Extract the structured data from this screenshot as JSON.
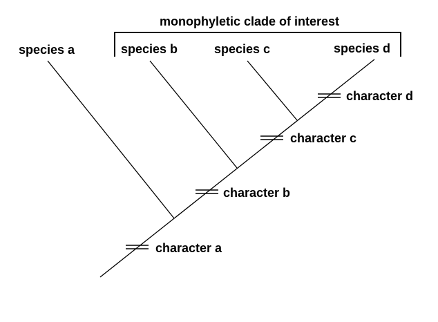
{
  "diagram": {
    "title": "monophyletic clade of interest",
    "species": {
      "a": "species a",
      "b": "species b",
      "c": "species c",
      "d": "species d"
    },
    "characters": {
      "a": "character a",
      "b": "character b",
      "c": "character c",
      "d": "character d"
    },
    "colors": {
      "line": "#000000",
      "background": "#ffffff"
    }
  }
}
